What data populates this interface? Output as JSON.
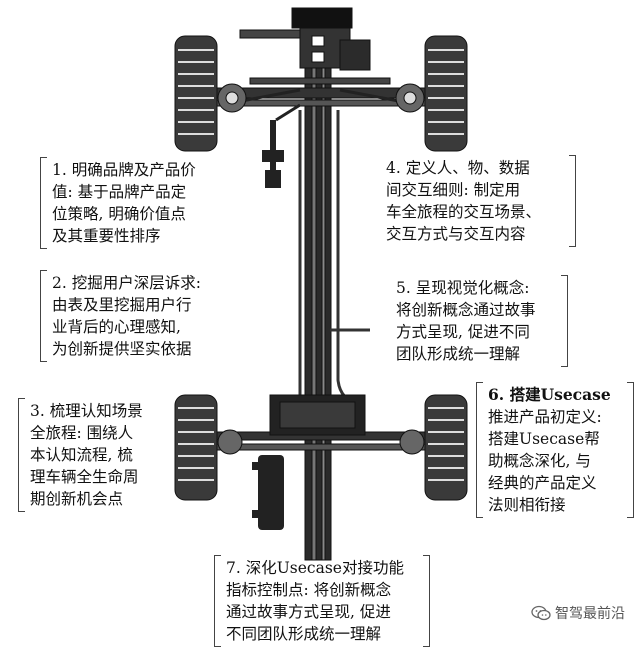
{
  "notes": [
    {
      "lines": [
        "1. 明确品牌及产品价",
        "值: 基于品牌产品定",
        "位策略, 明确价值点",
        "及其重要性排序"
      ]
    },
    {
      "lines": [
        "2. 挖掘用户深层诉求:",
        "由表及里挖掘用户行",
        "业背后的心理感知,",
        "为创新提供坚实依据"
      ]
    },
    {
      "lines": [
        "3. 梳理认知场景",
        "全旅程: 围绕人",
        "本认知流程, 梳",
        "理车辆全生命周",
        "期创新机会点"
      ]
    },
    {
      "lines": [
        "4. 定义人、物、数据",
        "间交互细则: 制定用",
        "车全旅程的交互场景、",
        "交互方式与交互内容"
      ]
    },
    {
      "lines": [
        "5. 呈现视觉化概念:",
        "将创新概念通过故事",
        "方式呈现, 促进不同",
        "团队形成统一理解"
      ]
    },
    {
      "lines": [
        "6. 搭建Usecase",
        "推进产品初定义:",
        "搭建Usecase帮",
        "助概念深化, 与",
        "经典的产品定义",
        "法则相衔接"
      ]
    },
    {
      "lines": [
        "7. 深化Usecase对接功能",
        "指标控制点: 将创新概念",
        "通过故事方式呈现, 促进",
        "不同团队形成统一理解"
      ]
    }
  ],
  "watermark": {
    "text": "智驾最前沿",
    "icon": "wechat-icon"
  }
}
